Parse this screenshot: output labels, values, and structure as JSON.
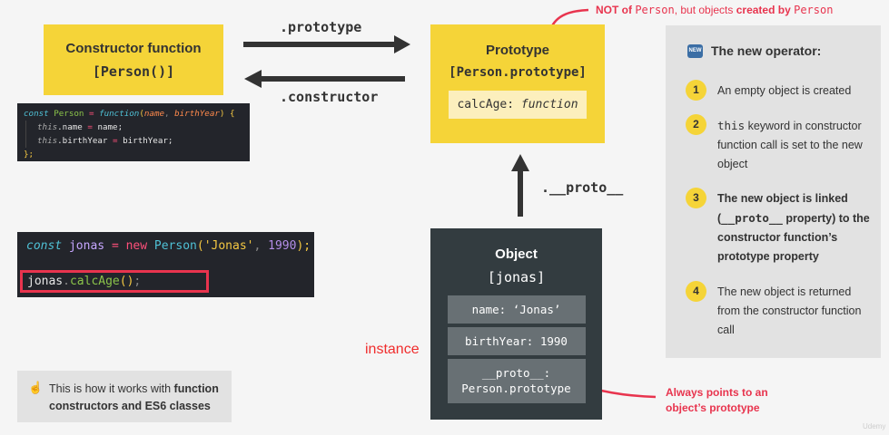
{
  "constructor_box": {
    "title": "Constructor function",
    "subtitle": "[Person()]"
  },
  "constructor_code": {
    "line1": {
      "kw": "const",
      "name": "Person",
      "eq": "=",
      "fn": "function",
      "open": "(",
      "p1": "name",
      "comma": ",",
      "p2": "birthYear",
      "close": ")",
      "brace": "{"
    },
    "line2": {
      "this": "this",
      "rest": ".name",
      "eq": "=",
      "val": "name;"
    },
    "line3": {
      "this": "this",
      "rest": ".birthYear",
      "eq": "=",
      "val": "birthYear;"
    },
    "line4": "};"
  },
  "arrows": {
    "prototype_label": ".prototype",
    "constructor_label": ".constructor",
    "proto_label": ".__proto__"
  },
  "prototype_box": {
    "title": "Prototype",
    "subtitle": "[Person.prototype]",
    "method_key": "calcAge:",
    "method_value": "function"
  },
  "top_note": {
    "part1": "NOT of ",
    "code1": "Person",
    "part2": ", but objects ",
    "bold": "created by",
    "part3": " ",
    "code2": "Person"
  },
  "instance_code": {
    "line1": {
      "kw": "const",
      "var": "jonas",
      "eq": "=",
      "new": "new",
      "cls": "Person",
      "open": "(",
      "str": "'Jonas'",
      "comma": ",",
      "num": "1990",
      "close": ");"
    },
    "line2": {
      "obj": "jonas",
      "dot": ".",
      "method": "calcAge",
      "parens": "()",
      "semi": ";"
    }
  },
  "object_box": {
    "title": "Object",
    "subtitle": "[jonas]",
    "props": [
      "name: ‘Jonas’",
      "birthYear: 1990"
    ],
    "proto_line1": "__proto__:",
    "proto_line2": "Person.prototype"
  },
  "instance_label": "instance",
  "bottom_note": {
    "line1": "Always points to an",
    "line2": "object’s prototype"
  },
  "new_operator": {
    "icon": "NEW",
    "title": "The new operator:",
    "steps": [
      {
        "num": "1",
        "text": "An empty object is created"
      },
      {
        "num": "2",
        "code": "this",
        "text": " keyword in constructor function call is set to the new object"
      },
      {
        "num": "3",
        "text_a": "The new object is linked (",
        "code": "__proto__",
        "text_b": " property) to the constructor function’s prototype property"
      },
      {
        "num": "4",
        "text": "The new object is returned from the constructor function call"
      }
    ]
  },
  "tip": {
    "icon": "☝",
    "text_a": "This is how it works with ",
    "bold": "function constructors and ES6 classes"
  },
  "watermark": "Udemy"
}
